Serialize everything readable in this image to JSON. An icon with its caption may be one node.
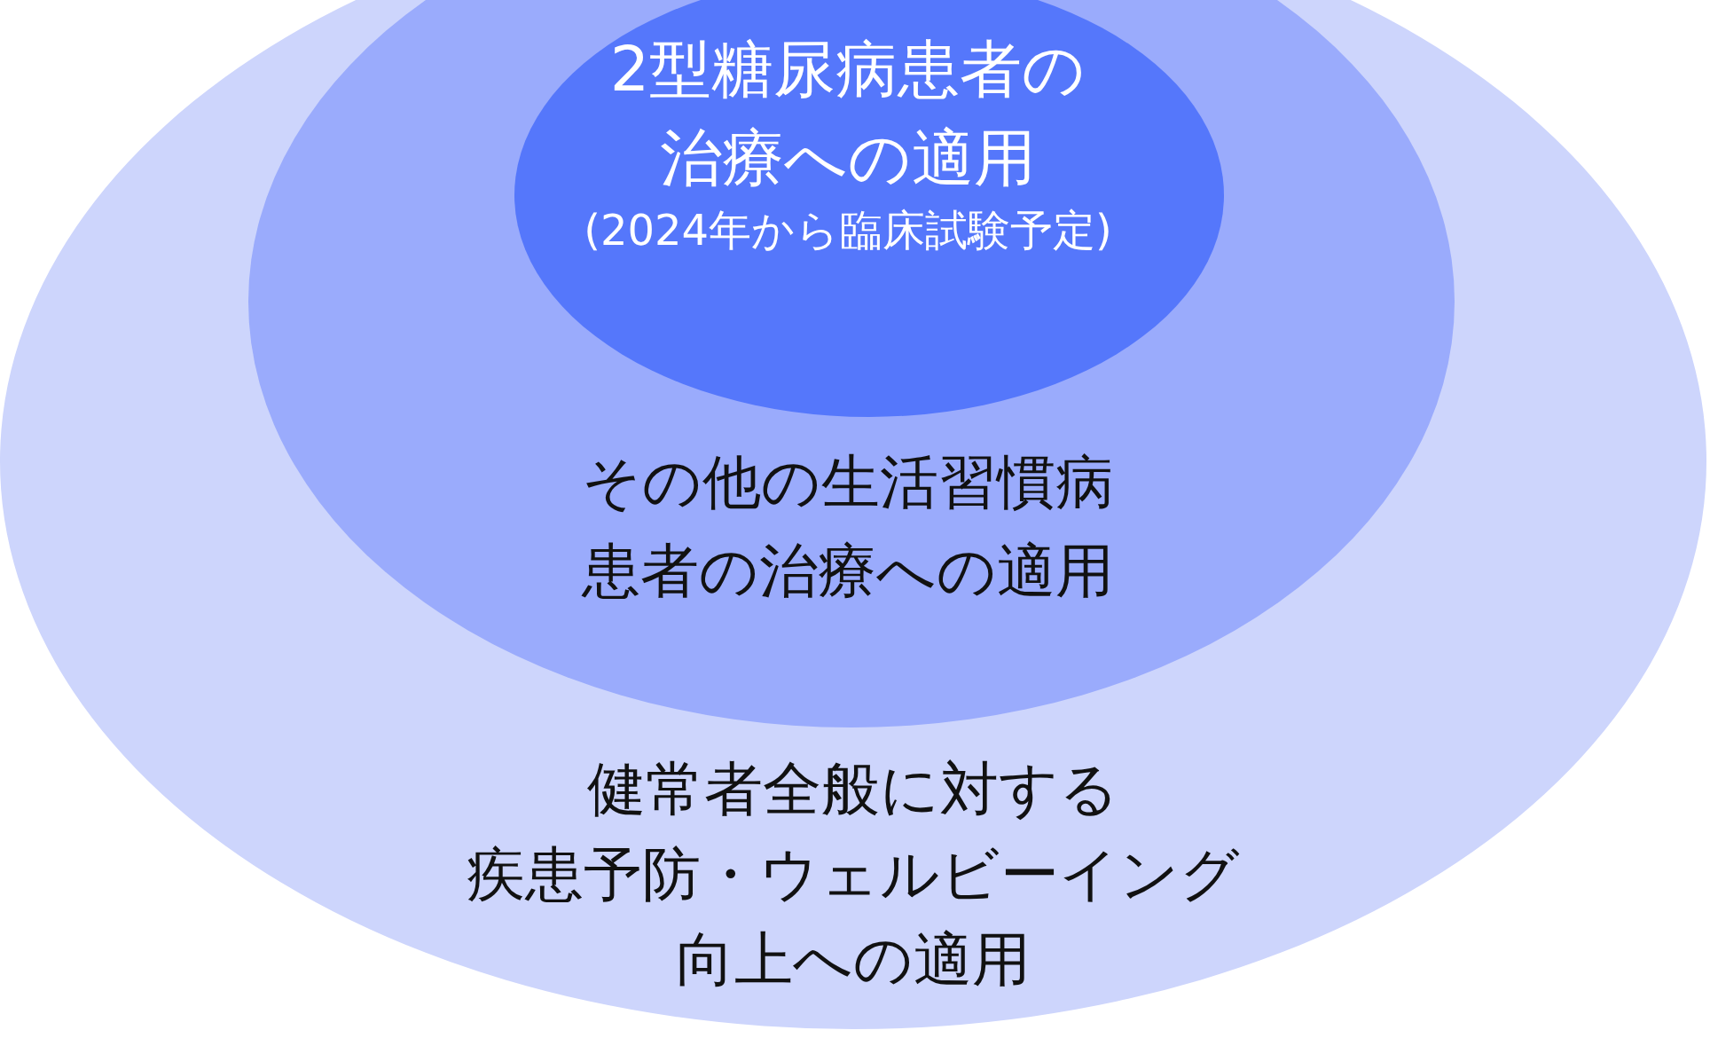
{
  "diagram": {
    "nodes": [
      {
        "text": [
          "健常者全般に対する疾患予防・ウェルビーイング向上への適用"
        ]
      },
      {
        "text": [
          "その他の生活習慣病患者の治療への適用"
        ],
        "in": 0
      },
      {
        "text": [
          "2型糖尿病患者の治療への適用",
          "(2024年から臨床試験予定)"
        ],
        "in": 1
      }
    ]
  }
}
